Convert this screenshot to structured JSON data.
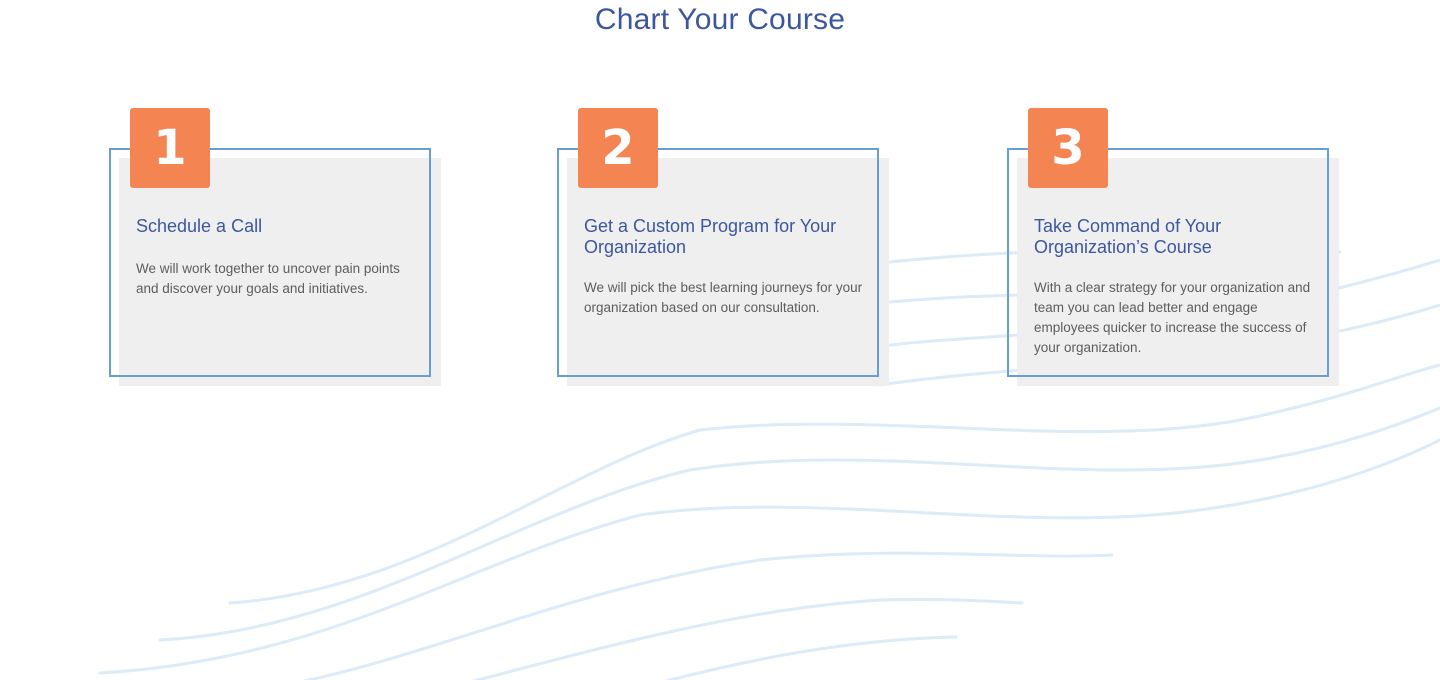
{
  "page": {
    "title": "Chart Your Course"
  },
  "steps": [
    {
      "number": "1",
      "title": "Schedule a Call",
      "description": "We will work together to uncover pain points and discover your goals and initiatives."
    },
    {
      "number": "2",
      "title": "Get a Custom Program for Your Organization",
      "description": "We will pick the best learning journeys for your organization based on our consultation."
    },
    {
      "number": "3",
      "title": "Take Command of Your Organization’s Course",
      "description": "With a clear strategy for your organization and team you can lead better and engage employees quicker to increase the success of your organization."
    }
  ],
  "colors": {
    "heading": "#3c57a0",
    "badge": "#f58453",
    "card_background": "#efefef",
    "card_border": "#6a9ed3",
    "wave": "#dcebf7"
  }
}
